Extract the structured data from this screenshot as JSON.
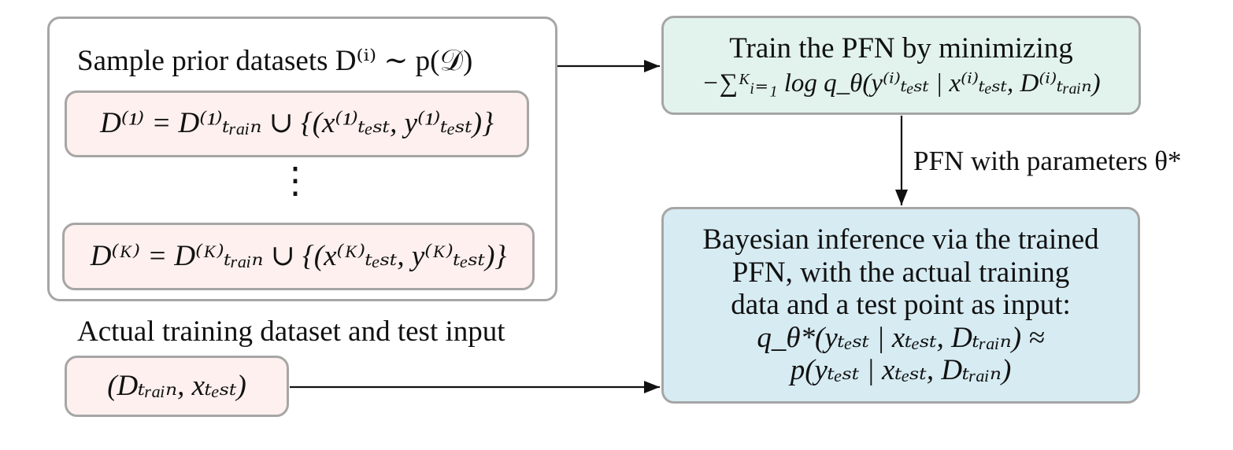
{
  "left_group": {
    "title": "Sample prior datasets D⁽ⁱ⁾ ∼ p(𝒟)",
    "dataset_first": "D⁽¹⁾ = D⁽¹⁾ₜᵣₐᵢₙ ∪ {(x⁽¹⁾ₜₑₛₜ, y⁽¹⁾ₜₑₛₜ)}",
    "ellipsis": "⋮",
    "dataset_last": "D⁽ᴷ⁾ = D⁽ᴷ⁾ₜᵣₐᵢₙ ∪ {(x⁽ᴷ⁾ₜₑₛₜ, y⁽ᴷ⁾ₜₑₛₜ)}"
  },
  "actual": {
    "title": "Actual training dataset and test input",
    "value": "(Dₜᵣₐᵢₙ, xₜₑₛₜ)"
  },
  "train_box": {
    "line1": "Train the PFN by minimizing",
    "line2": "−∑ᴷᵢ₌₁ log q_θ(y⁽ⁱ⁾ₜₑₛₜ | x⁽ⁱ⁾ₜₑₛₜ, D⁽ⁱ⁾ₜᵣₐᵢₙ)"
  },
  "arrow_label": "PFN with parameters θ*",
  "inference_box": {
    "line1": "Bayesian inference via the trained",
    "line2": "PFN, with the actual training",
    "line3": "data and a test point as input:",
    "line4": "q_θ*(yₜₑₛₜ | xₜₑₛₜ, Dₜᵣₐᵢₙ) ≈",
    "line5": "p(yₜₑₛₜ | xₜₑₛₜ, Dₜᵣₐᵢₙ)"
  },
  "colors": {
    "border": "#a6a6a6",
    "pink_fill": "#fdf0ee",
    "green_fill": "#e1f3ec",
    "blue_fill": "#d6ebf2",
    "arrow": "#111111"
  }
}
